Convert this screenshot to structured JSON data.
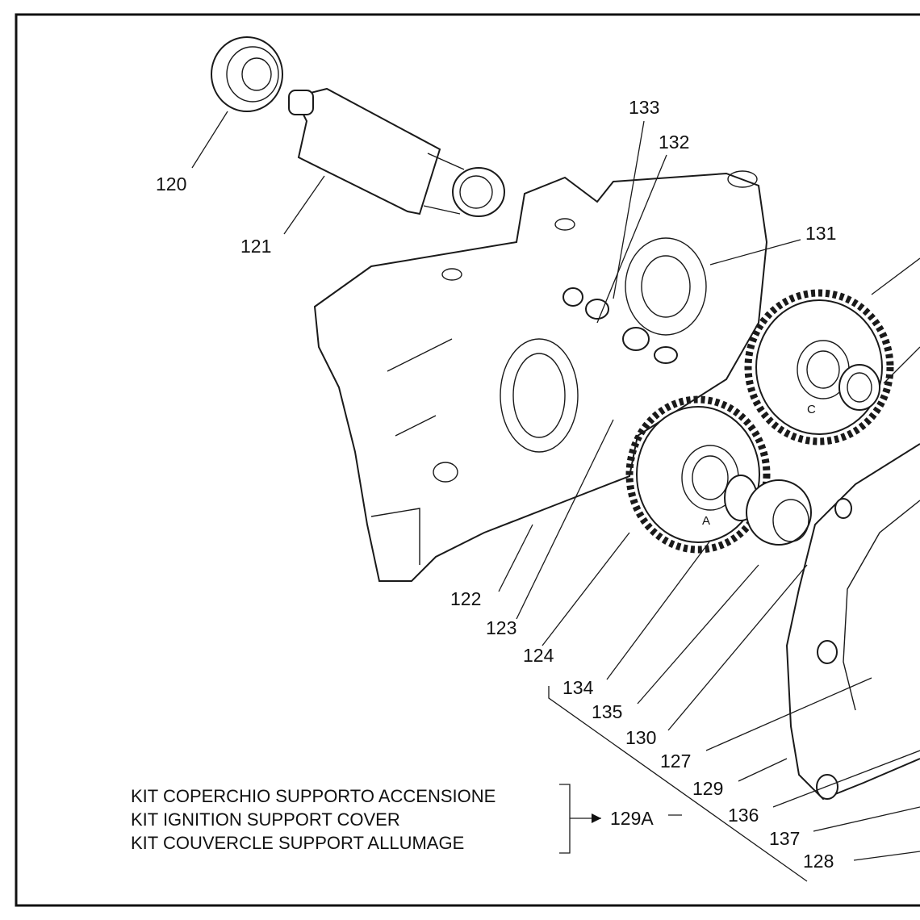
{
  "callouts": {
    "c120": "120",
    "c121": "121",
    "c122": "122",
    "c123": "123",
    "c124": "124",
    "c127": "127",
    "c128": "128",
    "c129": "129",
    "c129a": "129A",
    "c130": "130",
    "c131": "131",
    "c132": "132",
    "c133": "133",
    "c134": "134",
    "c135": "135",
    "c136": "136",
    "c137": "137"
  },
  "gear_marks": {
    "a": "A",
    "c": "C"
  },
  "kit": {
    "line1": "KIT COPERCHIO SUPPORTO ACCENSIONE",
    "line2": "KIT IGNITION SUPPORT COVER",
    "line3": "KIT COUVERCLE SUPPORT ALLUMAGE"
  },
  "icons": [
    "bearing",
    "shaft",
    "crankcase-half",
    "gear",
    "bushing",
    "ignition-cover"
  ]
}
